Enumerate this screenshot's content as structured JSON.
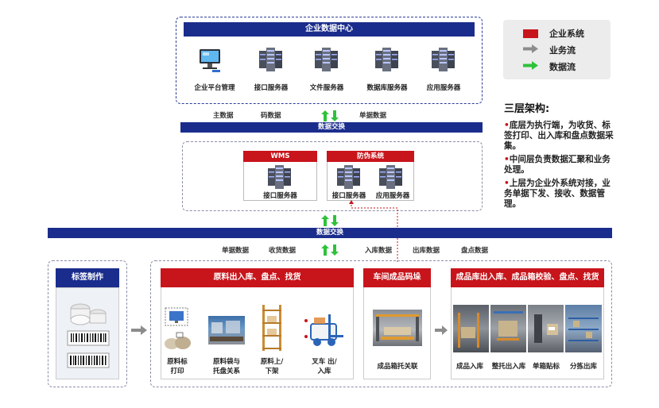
{
  "top": {
    "title": "企业数据中心",
    "items": [
      "企业平台管理",
      "接口服务器",
      "文件服务器",
      "数据库服务器",
      "应用服务器"
    ]
  },
  "flow_top": [
    "主数据",
    "码数据",
    "单据数据"
  ],
  "exchange_label": "数据交换",
  "middle": {
    "wms_title": "WMS",
    "wms_server": "接口服务器",
    "anti_title": "防伪系统",
    "anti_servers": [
      "接口服务器",
      "应用服务器"
    ]
  },
  "flow_bottom": [
    "单据数据",
    "收货数据",
    "入库数据",
    "出库数据",
    "盘点数据"
  ],
  "label_panel": {
    "title": "标签制作"
  },
  "raw_panel": {
    "title": "原料出入库、盘点、找货",
    "items": [
      "原料标\n打印",
      "原料袋与\n托盘关系",
      "原料上/\n下架",
      "叉车 出/\n入库"
    ]
  },
  "workshop_panel": {
    "title": "车间成品码垛",
    "item": "成品箱托关联"
  },
  "finished_panel": {
    "title": "成品库出入库、成品箱校验、盘点、找货",
    "items": [
      "成品入库",
      "整托出入库",
      "单箱贴标",
      "分拣出库"
    ]
  },
  "legend": {
    "items": [
      {
        "label": "企业系统",
        "color": "#c8141b"
      },
      {
        "label": "业务流",
        "color": "#8c8c8c"
      },
      {
        "label": "数据流",
        "color": "#2ec23a"
      }
    ]
  },
  "notes": {
    "title": "三层架构:",
    "bullets": [
      "底层为执行端，为收货、标签打印、出入库和盘点数据采集。",
      "中间层负责数据汇聚和业务处理。",
      "上层为企业外系统对接，业务单据下发、接收、数据管理。"
    ]
  },
  "colors": {
    "navy": "#1b2d8c",
    "red": "#c8141b",
    "green": "#2ec23a",
    "gray": "#8c8c8c"
  }
}
